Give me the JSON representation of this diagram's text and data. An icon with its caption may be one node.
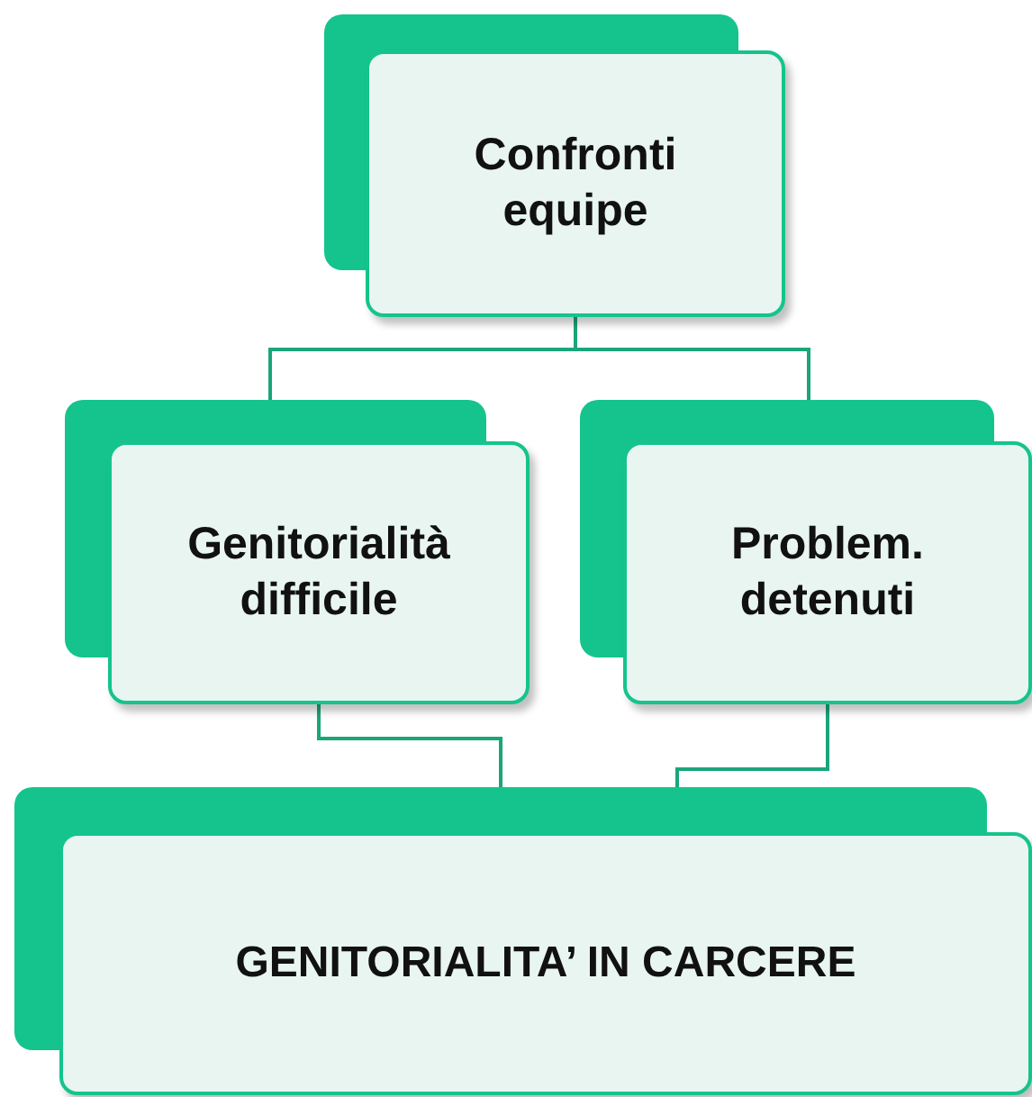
{
  "diagram": {
    "nodes": [
      {
        "text": [
          "Confronti equipe"
        ]
      },
      {
        "text": [
          "Genitorialità difficile"
        ]
      },
      {
        "text": [
          "Problem. detenuti"
        ]
      },
      {
        "text": [
          "GENITORIALITA’ IN CARCERE"
        ]
      }
    ],
    "edges": [
      {
        "from": 0,
        "to": 1,
        "arrow": "none"
      },
      {
        "from": 0,
        "to": 2,
        "arrow": "none"
      },
      {
        "from": 1,
        "to": 3,
        "arrow": "none"
      },
      {
        "from": 2,
        "to": 3,
        "arrow": "none"
      }
    ]
  }
}
